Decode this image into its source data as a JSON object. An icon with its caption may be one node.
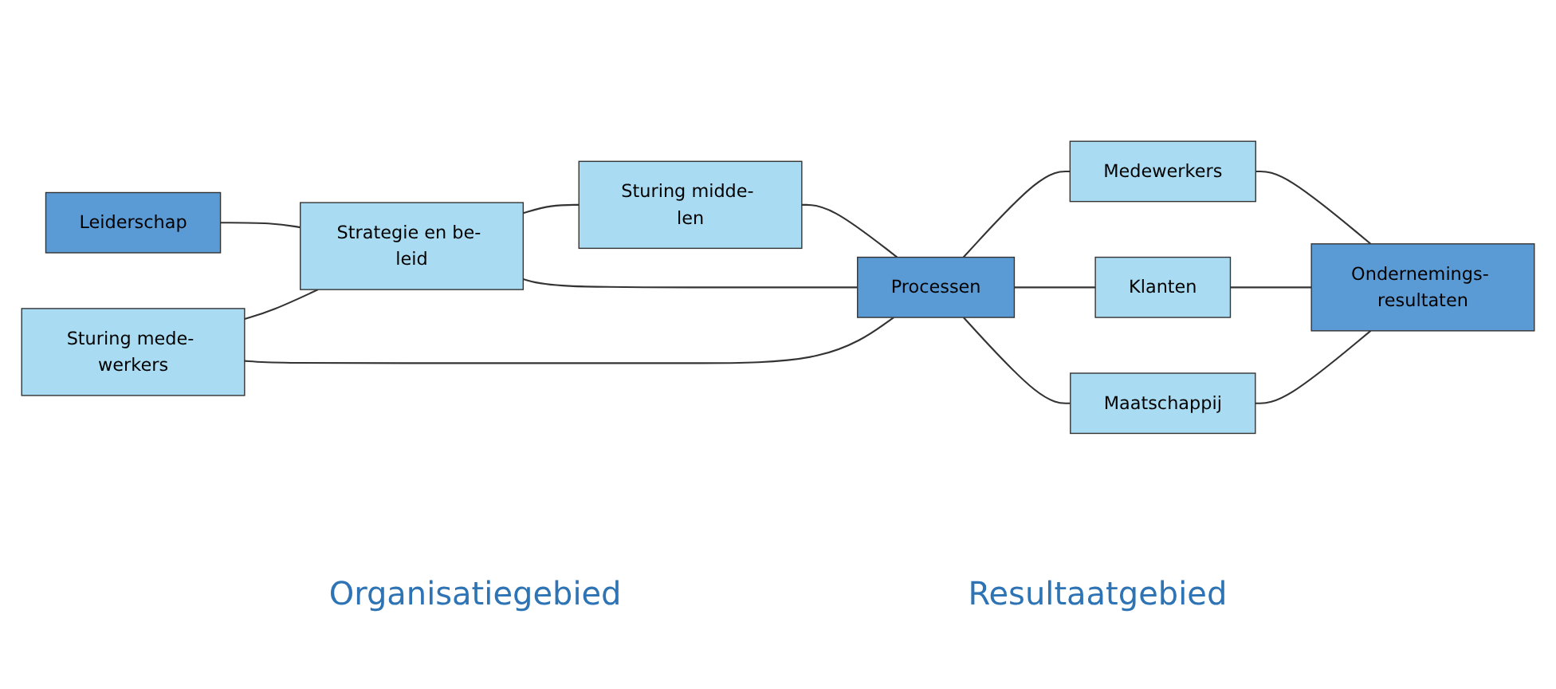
{
  "diagram": {
    "nodes": [
      {
        "text": [
          "Leiderschap"
        ]
      },
      {
        "text": [
          "Sturing mede- werkers"
        ]
      },
      {
        "text": [
          "Strategie en be- leid"
        ]
      },
      {
        "text": [
          "Sturing midde- len"
        ]
      },
      {
        "text": [
          "Processen"
        ]
      },
      {
        "text": [
          "Medewerkers"
        ]
      },
      {
        "text": [
          "Klanten"
        ]
      },
      {
        "text": [
          "Maatschappij"
        ]
      },
      {
        "text": [
          "Ondernemings- resultaten"
        ]
      }
    ],
    "edges": [
      {
        "from": 0,
        "to": 2,
        "arrow": "none"
      },
      {
        "from": 1,
        "to": 2,
        "arrow": "none"
      },
      {
        "from": 2,
        "to": 3,
        "arrow": "none"
      },
      {
        "from": 1,
        "to": 4,
        "arrow": "none"
      },
      {
        "from": 2,
        "to": 4,
        "arrow": "none"
      },
      {
        "from": 3,
        "to": 4,
        "arrow": "none"
      },
      {
        "from": 4,
        "to": 5,
        "arrow": "none"
      },
      {
        "from": 4,
        "to": 6,
        "arrow": "none"
      },
      {
        "from": 4,
        "to": 7,
        "arrow": "none"
      },
      {
        "from": 5,
        "to": 8,
        "arrow": "none"
      },
      {
        "from": 6,
        "to": 8,
        "arrow": "none"
      },
      {
        "from": 7,
        "to": 8,
        "arrow": "none"
      }
    ],
    "labels": [
      "Organisatiegebied",
      "Resultaatgebied"
    ]
  }
}
